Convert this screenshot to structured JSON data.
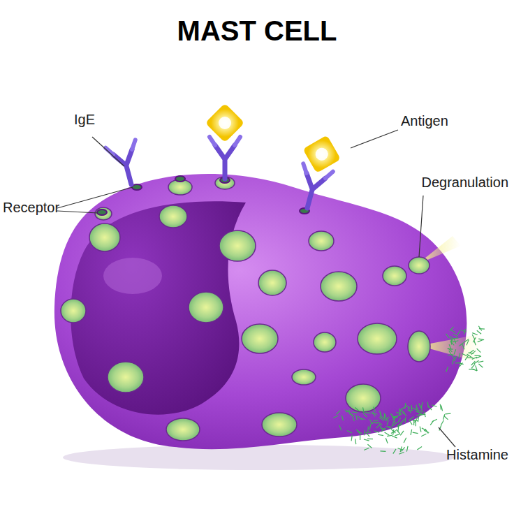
{
  "diagram": {
    "title": "MAST CELL",
    "labels": [
      "IgE",
      "Antigen",
      "Receptor",
      "Degranulation",
      "Histamine"
    ]
  }
}
